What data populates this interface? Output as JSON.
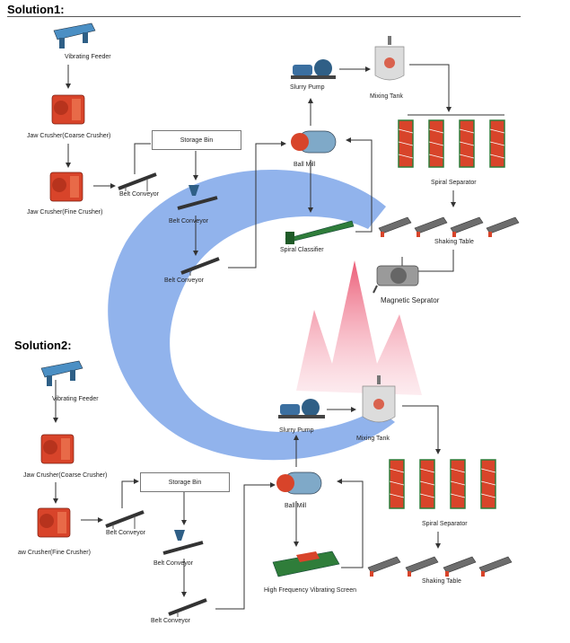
{
  "solution1": {
    "title": "Solution1:",
    "vibrating_feeder": "Vibrating Feeder",
    "jaw_crusher_coarse": "Jaw Crusher(Coarse Crusher)",
    "jaw_crusher_fine": "Jaw Crusher(Fine Crusher)",
    "belt_conveyor_1": "Belt Conveyor",
    "storage_bin": "Storage Bin",
    "belt_conveyor_2": "Belt Conveyor",
    "belt_conveyor_3": "Belt Conveyor",
    "slurry_pump": "Slurry Pump",
    "mixing_tank": "Mixing Tank",
    "ball_mill": "Ball Mill",
    "spiral_classifier": "Spiral Classifier",
    "spiral_separator": "Spiral Separator",
    "shaking_table": "Shaking Table",
    "magnetic_separator": "Magnetic Seprator"
  },
  "solution2": {
    "title": "Solution2:",
    "vibrating_feeder": "Vibrating Feeder",
    "jaw_crusher_coarse": "Jaw Crusher(Coarse Crusher)",
    "jaw_crusher_fine": "aw Crusher(Fine Crusher)",
    "belt_conveyor_1": "Belt Conveyor",
    "storage_bin": "Storage Bin",
    "belt_conveyor_2": "Belt Conveyor",
    "belt_conveyor_3": "Belt Conveyor",
    "slurry_pump": "Slurry Pump",
    "mixing_tank": "Mixing Tank",
    "ball_mill": "Ball Mill",
    "hf_screen": "High Frequency Vibrating Screen",
    "spiral_separator": "Spiral Separator",
    "shaking_table": "Shaking Table"
  },
  "colors": {
    "logo_blue": "#5b8fe0",
    "logo_pink": "#e84a6a",
    "crusher_red": "#d8442a",
    "machine_green": "#2f7d3a",
    "conveyor_dark": "#333333",
    "arrow": "#333333"
  }
}
